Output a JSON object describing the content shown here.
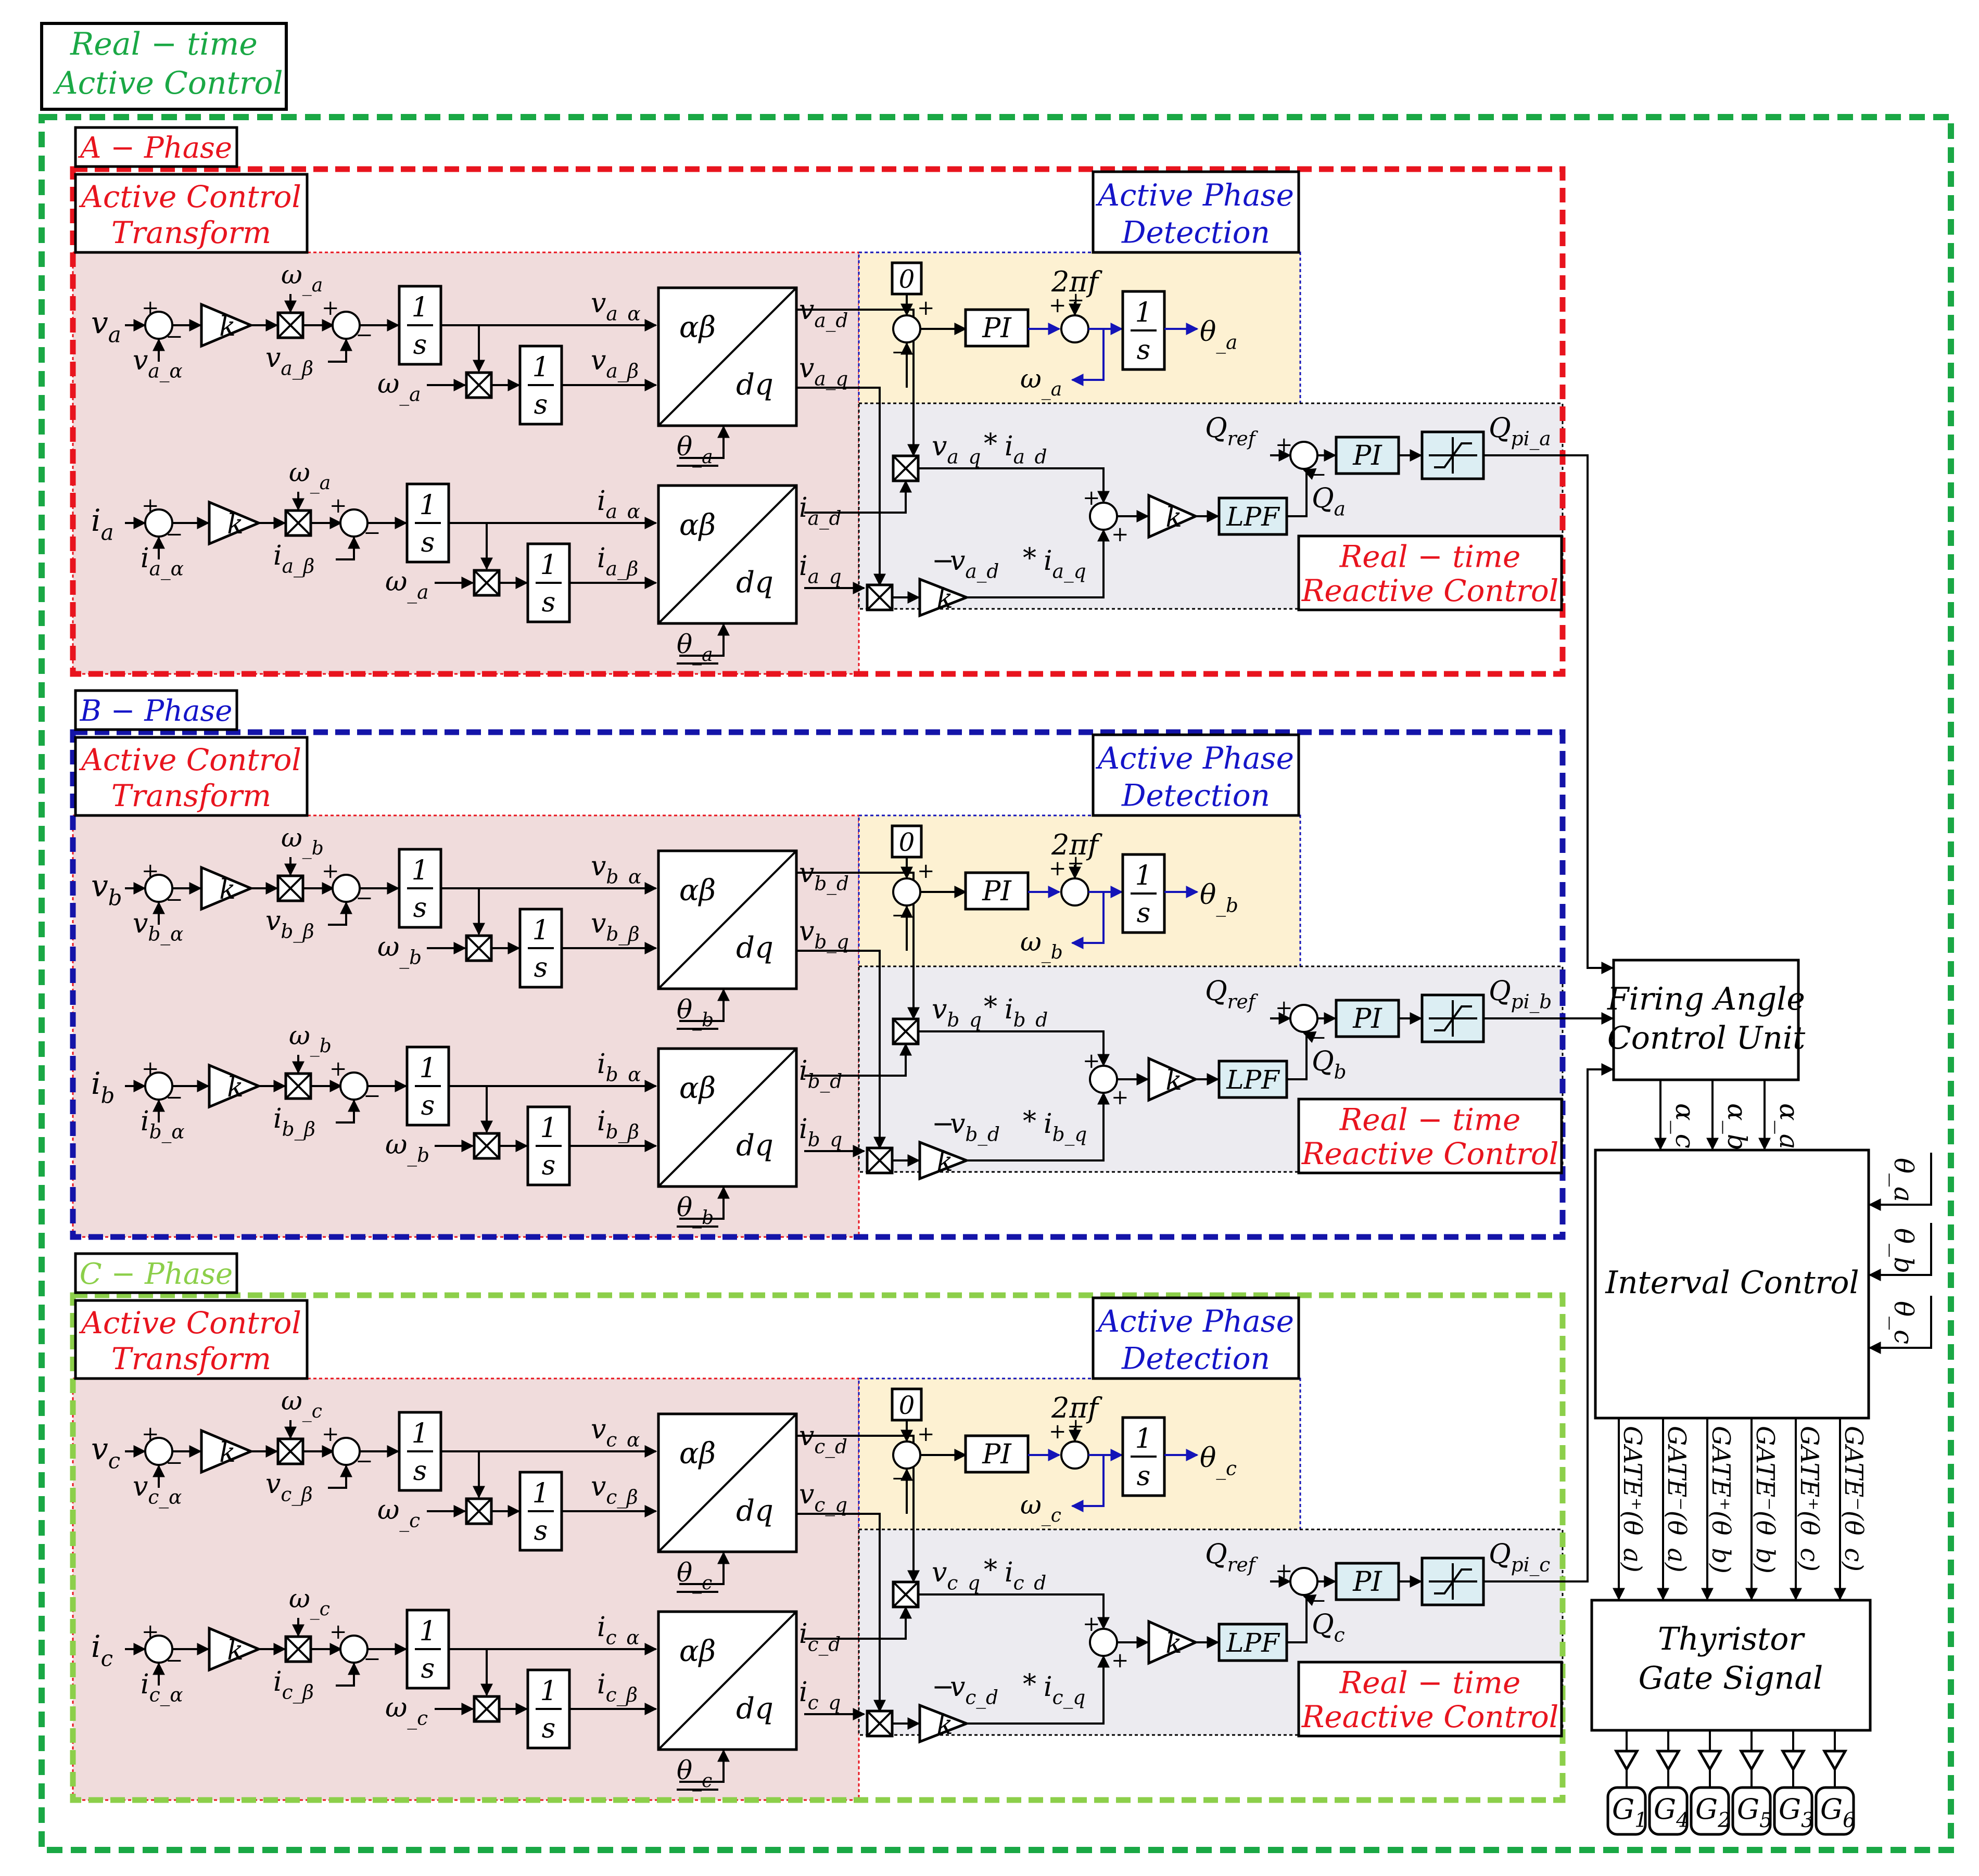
{
  "title": [
    "Real − time",
    "Active Control"
  ],
  "colors": {
    "outer": "#1aa845",
    "phase": [
      "#e8141e",
      "#1414a8",
      "#8ccf4a"
    ],
    "transform_fill": "#f0dcdc",
    "detect_fill": "#fdf1d2",
    "reactive_fill": "#ecebf0",
    "red_text": "#e8141e",
    "blue_text": "#1414c8",
    "green_text": "#1aa845",
    "light_green_text": "#8ccf4a"
  },
  "labels": {
    "transform": [
      "Active Control",
      "Transform"
    ],
    "detection": [
      "Active Phase",
      "Detection"
    ],
    "reactive": [
      "Real − time",
      "Reactive Control"
    ],
    "k": "k",
    "pi": "PI",
    "lpf": "LPF",
    "zero": "0",
    "two_pi_f": "2πf",
    "one": "1",
    "s": "s",
    "alpha_beta": "αβ",
    "dq": "dq",
    "q_ref": "Qref",
    "star": "*",
    "minus": "−",
    "plus": "+"
  },
  "phases": [
    {
      "name": "A − Phase",
      "s": "a"
    },
    {
      "name": "B − Phase",
      "s": "b"
    },
    {
      "name": "C − Phase",
      "s": "c"
    }
  ],
  "firing": [
    "Firing Angle",
    "Control Unit"
  ],
  "interval": "Interval Control",
  "thyristor": [
    "Thyristor",
    "Gate Signal"
  ],
  "alphas": [
    "α_c",
    "α_b",
    "α_a"
  ],
  "thetas_in": [
    "θ_a",
    "θ_b",
    "θ_c"
  ],
  "gates": [
    "GATE⁺(θ_a)",
    "GATE⁻(θ_a)",
    "GATE⁺(θ_b)",
    "GATE⁻(θ_b)",
    "GATE⁺(θ_c)",
    "GATE⁻(θ_c)"
  ],
  "outputs": [
    "G1",
    "G4",
    "G2",
    "G5",
    "G3",
    "G6"
  ]
}
